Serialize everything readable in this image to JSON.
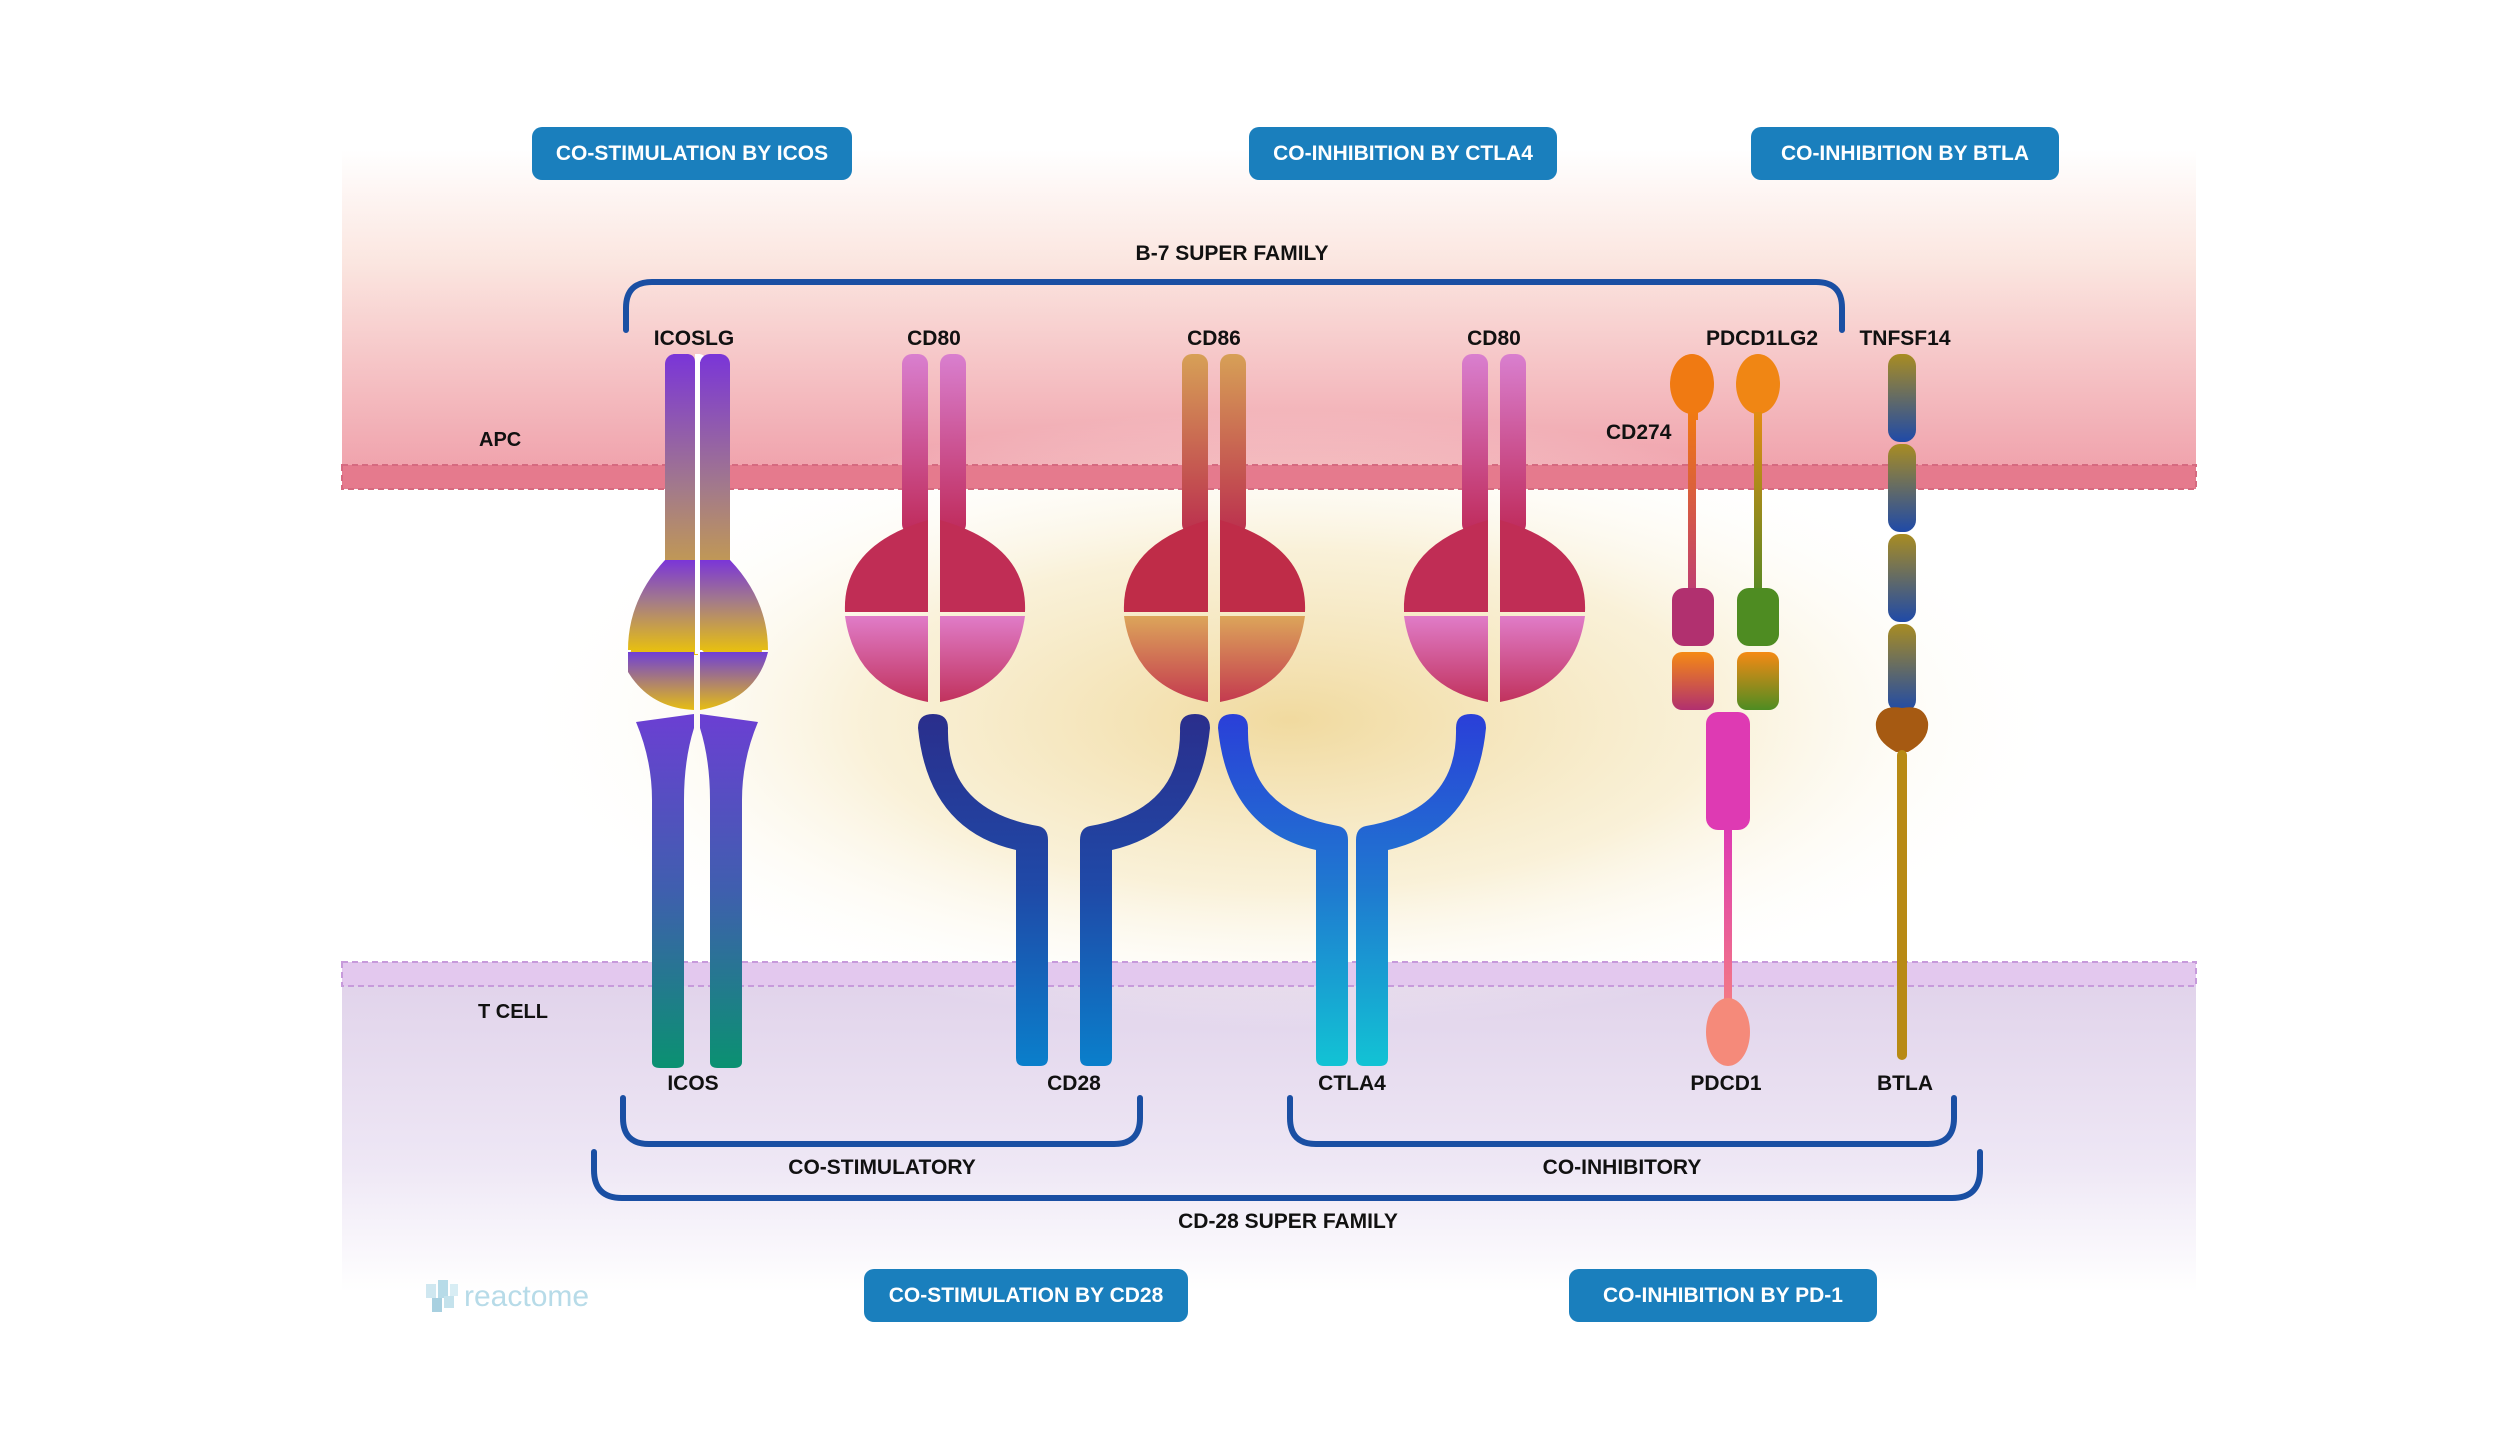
{
  "pathways": {
    "icos": "CO-STIMULATION BY ICOS",
    "ctla4": "CO-INHIBITION BY CTLA4",
    "btla": "CO-INHIBITION BY BTLA",
    "cd28": "CO-STIMULATION BY CD28",
    "pd1": "CO-INHIBITION BY PD-1"
  },
  "regions": {
    "apc": "APC",
    "tcell": "T CELL"
  },
  "families": {
    "b7": "B-7 SUPER FAMILY",
    "cd28": "CD-28 SUPER FAMILY",
    "costimulatory": "CO-STIMULATORY",
    "coinhibitory": "CO-INHIBITORY"
  },
  "ligands": {
    "icoslg": "ICOSLG",
    "cd80_a": "CD80",
    "cd86": "CD86",
    "cd80_b": "CD80",
    "cd274": "CD274",
    "pdcd1lg2": "PDCD1LG2",
    "tnfsf14": "TNFSF14"
  },
  "receptors": {
    "icos": "ICOS",
    "cd28": "CD28",
    "ctla4": "CTLA4",
    "pdcd1": "PDCD1",
    "btla": "BTLA"
  },
  "logo": {
    "text": "reactome",
    "icon": "reactome-logo-icon"
  },
  "colors": {
    "pill": "#1a7fbd",
    "bracket": "#1a4fa3",
    "apc_membrane": "#e57a8d",
    "tcell_membrane": "#e3c8ee"
  }
}
